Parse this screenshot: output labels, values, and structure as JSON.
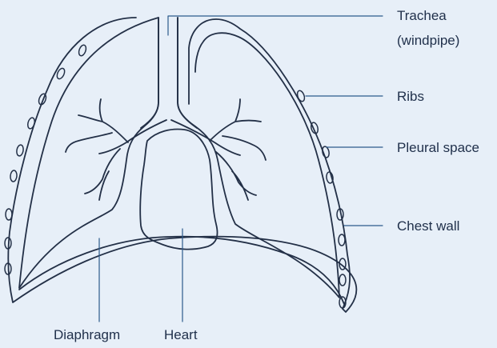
{
  "colors": {
    "background": "#e7eff8",
    "line": "#233047",
    "leader": "#2c5a8c",
    "text": "#1f2f4a"
  },
  "labels": {
    "trachea": "Trachea",
    "trachea_sub": "(windpipe)",
    "ribs": "Ribs",
    "pleural_space": "Pleural space",
    "chest_wall": "Chest wall",
    "diaphragm": "Diaphragm",
    "heart": "Heart"
  }
}
